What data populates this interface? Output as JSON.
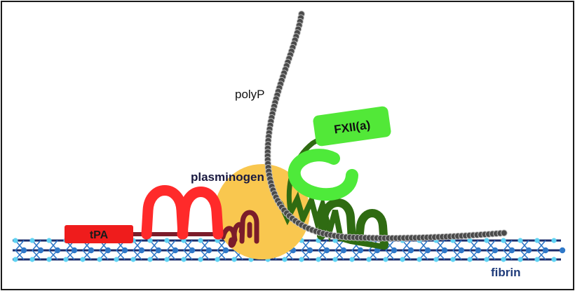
{
  "labels": {
    "polyp": "polyP",
    "fxii": "FXII(a)",
    "plasminogen": "plasminogen",
    "tpa": "tPA",
    "fibrin": "fibrin"
  },
  "colors": {
    "frame": "#1a1a1a",
    "fibrin_strand": "#1a2c6b",
    "fibrin_node_dark": "#2f78c8",
    "fibrin_node_light": "#5fd3f3",
    "plasminogen_sphere": "#f9c74f",
    "plasminogen_kringle": "#7b1c2a",
    "tpa_box": "#ef1c1c",
    "tpa_kringle": "#ff2a2a",
    "fxii_box": "#52e838",
    "fxii_loop": "#4eea3a",
    "fxii_domains": "#2f6b12",
    "polyp_chain": "#4a4a4a",
    "label_dark": "#1a1a40",
    "label_fibrin": "#1f3b7a"
  }
}
